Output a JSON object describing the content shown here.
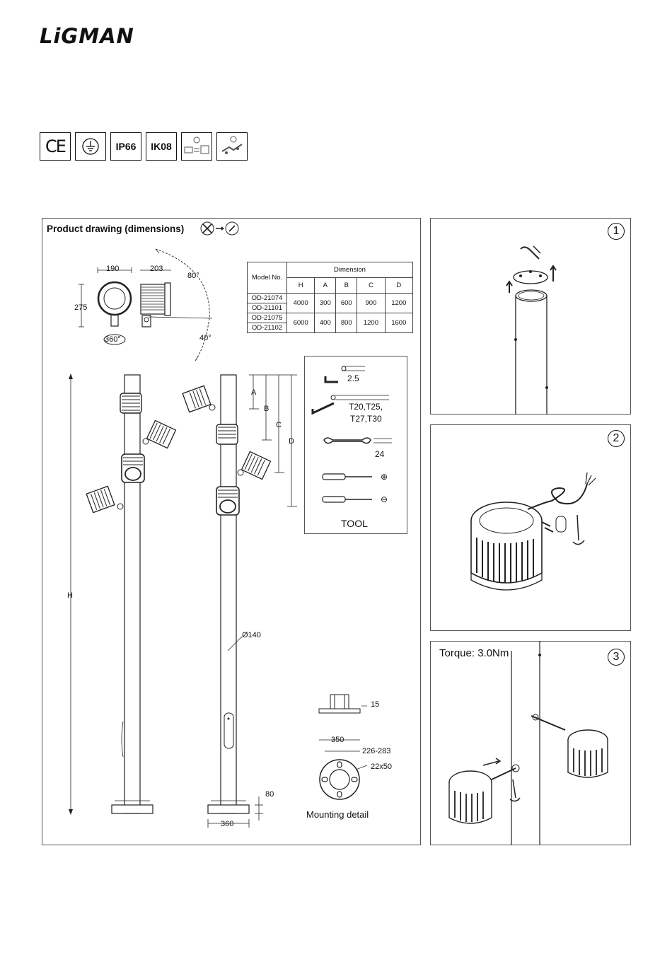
{
  "brand": {
    "logo": "LiGMAN"
  },
  "certifications": [
    "CE",
    "IP66",
    "IK08"
  ],
  "certification_icons": [
    "ce-mark-icon",
    "earth-ground-icon",
    "ip66-badge",
    "ik08-badge",
    "driver-replaceable-icon",
    "tool-replaceable-icon"
  ],
  "product_drawing": {
    "title": "Product drawing (dimensions)",
    "head_dims": {
      "width_front": "190",
      "width_side": "203",
      "height": "275",
      "rotation": "360°",
      "tilt_up": "80°",
      "tilt_down": "40°"
    },
    "pole_labels": {
      "H": "H",
      "A": "A",
      "B": "B",
      "C": "C",
      "D": "D"
    },
    "pole_diameter": "Ø140",
    "base_width": "360",
    "base_height": "80",
    "table": {
      "model_header": "Model No.",
      "dimension_header": "Dimension",
      "columns": [
        "H",
        "A",
        "B",
        "C",
        "D"
      ],
      "rows": [
        {
          "models": [
            "OD-21074",
            "OD-21101"
          ],
          "values": [
            "4000",
            "300",
            "600",
            "900",
            "1200"
          ]
        },
        {
          "models": [
            "OD-21075",
            "OD-21102"
          ],
          "values": [
            "6000",
            "400",
            "800",
            "1200",
            "1600"
          ]
        }
      ]
    },
    "tools": {
      "title": "TOOL",
      "hex_key": "2.5",
      "torx": [
        "T20,T25,",
        "T27,T30"
      ],
      "wrench": "24",
      "phillips": "⊕",
      "flat": "⊖"
    },
    "mounting": {
      "title": "Mounting detail",
      "thickness": "15",
      "base": "350",
      "bolt_circle": "226-283",
      "slot": "22x50"
    }
  },
  "steps": [
    {
      "number": "1"
    },
    {
      "number": "2"
    },
    {
      "number": "3",
      "note": "Torque: 3.0Nm"
    }
  ]
}
